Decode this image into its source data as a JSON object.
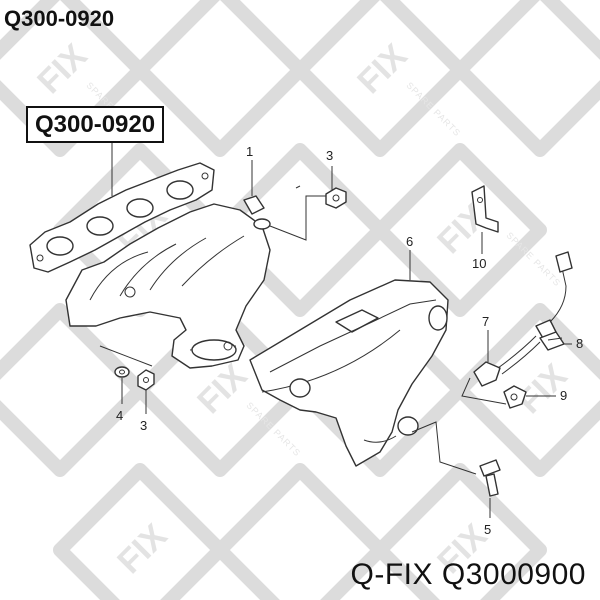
{
  "title": "Q300-0920",
  "boxed_part_number": "Q300-0920",
  "footer": "Q-FIX Q3000900",
  "watermark": {
    "brand": "FIX",
    "tagline": "SPARE PARTS",
    "color": "#dcdcdc"
  },
  "callouts": {
    "c1": "1",
    "c3a": "3",
    "c3b": "3",
    "c4": "4",
    "c5": "5",
    "c6": "6",
    "c7": "7",
    "c8": "8",
    "c9": "9",
    "c10": "10"
  }
}
